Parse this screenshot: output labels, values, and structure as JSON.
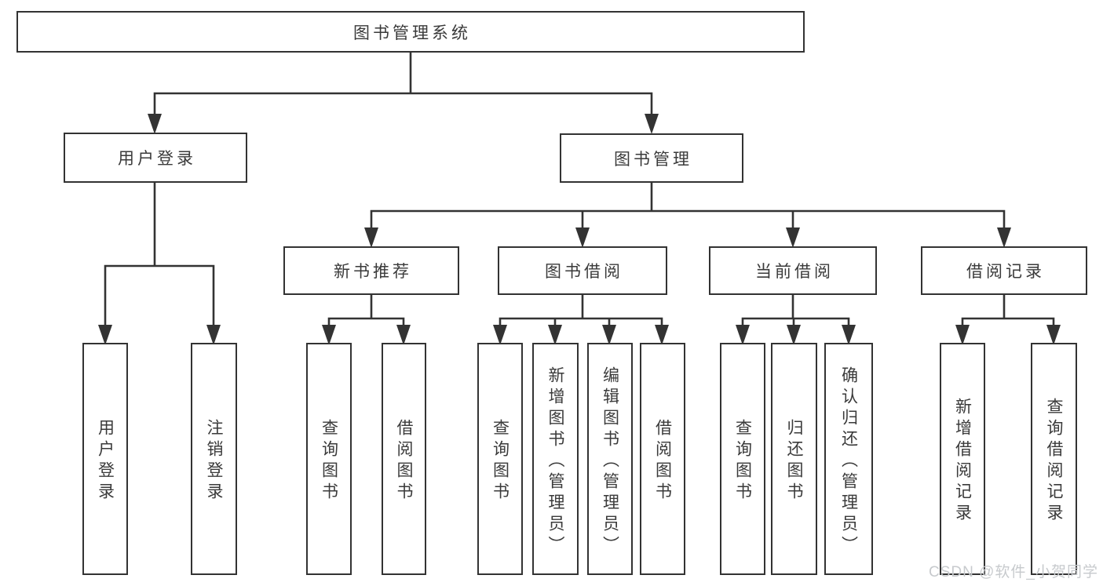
{
  "diagram": {
    "root": {
      "label": "图书管理系统"
    },
    "level2": [
      {
        "label": "用户登录"
      },
      {
        "label": "图书管理"
      }
    ],
    "level3": [
      {
        "label": "新书推荐"
      },
      {
        "label": "图书借阅"
      },
      {
        "label": "当前借阅"
      },
      {
        "label": "借阅记录"
      }
    ],
    "leaves": {
      "user_login": [
        {
          "label": "用户登录"
        },
        {
          "label": "注销登录"
        }
      ],
      "new_books": [
        {
          "label": "查询图书"
        },
        {
          "label": "借阅图书"
        }
      ],
      "book_borrow": [
        {
          "label": "查询图书"
        },
        {
          "label": "新增图书（管理员）"
        },
        {
          "label": "编辑图书（管理员）"
        },
        {
          "label": "借阅图书"
        }
      ],
      "current_borrow": [
        {
          "label": "查询图书"
        },
        {
          "label": "归还图书"
        },
        {
          "label": "确认归还（管理员）"
        }
      ],
      "borrow_records": [
        {
          "label": "新增借阅记录"
        },
        {
          "label": "查询借阅记录"
        }
      ]
    }
  },
  "watermark": {
    "text": "CSDN @软件_小贺同学"
  },
  "colors": {
    "line": "#333333",
    "text": "#3a3a3a",
    "box_background": "#ffffff",
    "page_background": "#ffffff",
    "watermark": "#c7cacd"
  }
}
